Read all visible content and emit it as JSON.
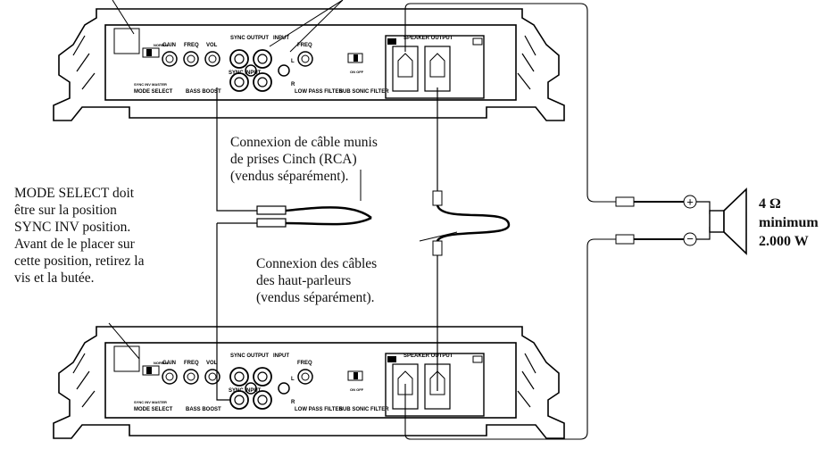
{
  "captions": {
    "mode_select": [
      "MODE SELECT doit",
      "être sur la position",
      "SYNC INV position.",
      "Avant de le placer sur",
      "cette position, retirez la",
      "vis et la butée."
    ],
    "rca_cable": [
      "Connexion de câble munis",
      "de prises Cinch (RCA)",
      "(vendus séparément)."
    ],
    "speaker_cables": [
      "Connexion des câbles",
      "des haut-parleurs",
      "(vendus séparément)."
    ],
    "speaker_spec": [
      "4 Ω",
      "minimum",
      "2.000 W"
    ]
  },
  "amp_labels": {
    "gain": "GAIN",
    "freq": "FREQ",
    "vol": "VOL",
    "sync_output": "SYNC OUTPUT",
    "sync_input": "SYNC INPUT",
    "input": "INPUT",
    "freq2": "FREQ",
    "mode_select": "MODE  SELECT",
    "bass_boost": "BASS BOOST",
    "low_pass_filter": "LOW PASS FILTER",
    "sub_sonic_filter": "SUB SONIC FILTER",
    "speaker_output": "SPEAKER  OUTPUT",
    "normal": "NORMAL",
    "sync_inv": "SYNC INV",
    "master": "MASTER",
    "on_off": "ON   OFF",
    "l": "L",
    "r": "R"
  },
  "polarity": {
    "plus": "+",
    "minus": "−"
  }
}
